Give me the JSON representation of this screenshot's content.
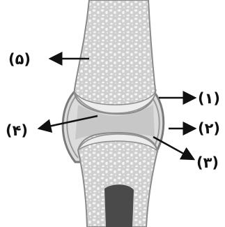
{
  "labels": {
    "l1": "(۱)",
    "l2": "(۲)",
    "l3": "(۳)",
    "l4": "(۴)",
    "l5": "(۵)"
  },
  "colors": {
    "bone_fill": "#d9d9d9",
    "bone_outline": "#8a8a8a",
    "spongy_hole": "#f4f4f4",
    "cartilage": "#ececec",
    "synovial_fluid": "#cfcfcf",
    "capsule": "#7a7a7a",
    "marrow": "#4a4a4a",
    "arrow": "#111111"
  }
}
